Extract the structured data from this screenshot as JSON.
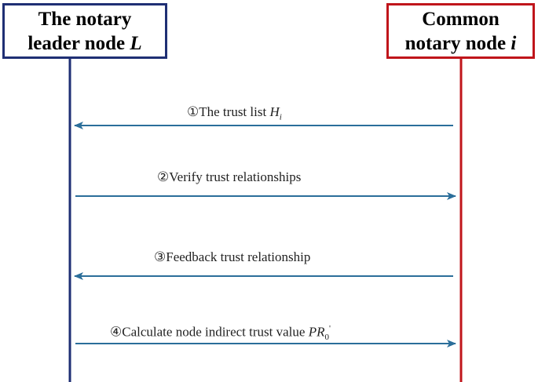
{
  "nodes": {
    "leader": {
      "line1": "The notary",
      "line2_text": "leader node ",
      "line2_var": "L"
    },
    "common": {
      "line1": "Common",
      "line2_text": "notary node ",
      "line2_var": "i"
    }
  },
  "messages": [
    {
      "number": "①",
      "text": "The trust list ",
      "symbol": "H",
      "subscript": "i",
      "superscript": "",
      "direction": "common-to-leader"
    },
    {
      "number": "②",
      "text": "Verify trust relationships",
      "symbol": "",
      "subscript": "",
      "superscript": "",
      "direction": "leader-to-common"
    },
    {
      "number": "③",
      "text": "Feedback trust relationship",
      "symbol": "",
      "subscript": "",
      "superscript": "",
      "direction": "common-to-leader"
    },
    {
      "number": "④",
      "text": "Calculate node indirect trust value ",
      "symbol": "PR",
      "subscript": "0",
      "superscript": "'",
      "direction": "leader-to-common"
    }
  ],
  "colors": {
    "leader_border": "#1f2f74",
    "leader_lifeline": "#1f2f74",
    "common_border": "#c0151b",
    "common_lifeline": "#c0151b",
    "arrow": "#2b6e9a"
  }
}
